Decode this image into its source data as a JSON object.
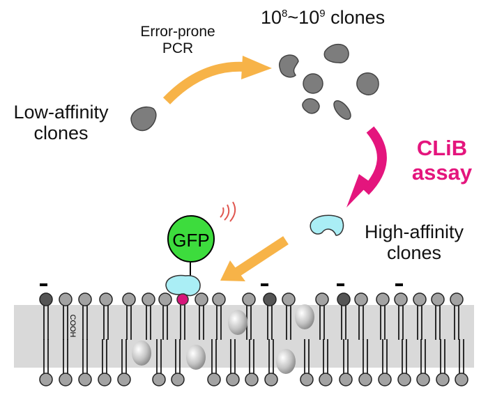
{
  "labels": {
    "error_prone": "Error-prone",
    "pcr": "PCR",
    "clones_count_base1": "10",
    "clones_count_exp1": "8",
    "clones_count_tilde": "~",
    "clones_count_base2": "10",
    "clones_count_exp2": "9",
    "clones_count_suffix": " clones",
    "low_affinity_line1": "Low-affinity",
    "low_affinity_line2": "clones",
    "clib_line1": "CLiB",
    "clib_line2": "assay",
    "high_affinity_line1": "High-affinity",
    "high_affinity_line2": "clones",
    "gfp": "GFP",
    "cooh": "COOH",
    "minus_sign": "–"
  },
  "colors": {
    "arrow_orange": "#F7B348",
    "arrow_magenta": "#E4157D",
    "clone_gray": "#7d7d7d",
    "clone_cyan": "#aaeef5",
    "gfp_green": "#3ddc3d",
    "anchor_magenta": "#d6157a",
    "membrane_band": "#d6d6d6",
    "lipid_head": "#a3a3a3",
    "lipid_head_dark": "#555555",
    "signal_red": "#e0564f"
  }
}
